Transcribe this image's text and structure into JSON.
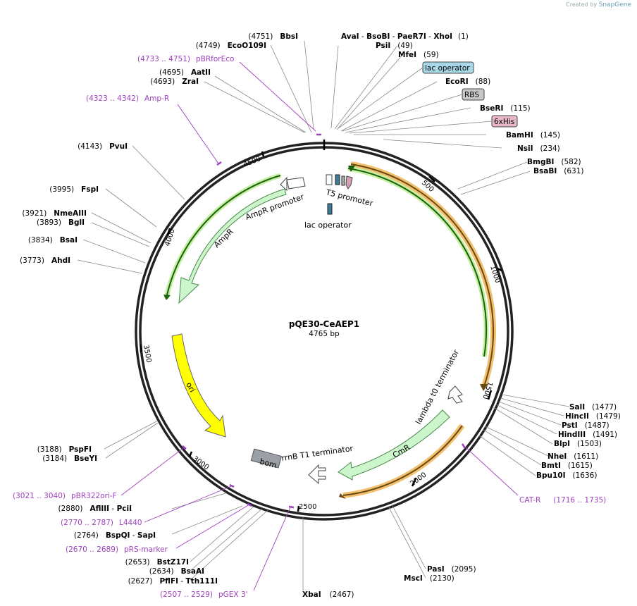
{
  "credit": {
    "prefix": "Created by",
    "brand": "SnapGene"
  },
  "plasmid": {
    "name": "pQE30-CeAEP1",
    "size": "4765 bp"
  },
  "ticks": [
    "500",
    "1000",
    "1500",
    "2000",
    "2500",
    "3000",
    "3500",
    "4000",
    "4500"
  ],
  "sites_right": [
    {
      "enzyme": "AvaI",
      "pos": ""
    },
    {
      "enzyme": "BsoBI",
      "pos": ""
    },
    {
      "enzyme": "PaeR7I",
      "pos": ""
    },
    {
      "enzyme": "XhoI",
      "pos": "(1)"
    },
    {
      "enzyme": "PsiI",
      "pos": "(49)"
    },
    {
      "enzyme": "MfeI",
      "pos": "(59)"
    },
    {
      "enzyme": "EcoRI",
      "pos": "(88)"
    },
    {
      "enzyme": "BseRI",
      "pos": "(115)"
    },
    {
      "enzyme": "BamHI",
      "pos": "(145)"
    },
    {
      "enzyme": "NsiI",
      "pos": "(234)"
    },
    {
      "enzyme": "BmgBI",
      "pos": "(582)"
    },
    {
      "enzyme": "BsaBI",
      "pos": "(631)"
    },
    {
      "enzyme": "SalI",
      "pos": "(1477)"
    },
    {
      "enzyme": "HincII",
      "pos": "(1479)"
    },
    {
      "enzyme": "PstI",
      "pos": "(1487)"
    },
    {
      "enzyme": "HindIII",
      "pos": "(1491)"
    },
    {
      "enzyme": "BlpI",
      "pos": "(1503)"
    },
    {
      "enzyme": "NheI",
      "pos": "(1611)"
    },
    {
      "enzyme": "BmtI",
      "pos": "(1615)"
    },
    {
      "enzyme": "Bpu10I",
      "pos": "(1636)"
    },
    {
      "enzyme": "PasI",
      "pos": "(2095)"
    },
    {
      "enzyme": "MscI",
      "pos": "(2130)"
    },
    {
      "enzyme": "XbaI",
      "pos": "(2467)"
    }
  ],
  "sites_left": [
    {
      "enzyme": "BbsI",
      "pos": "(4751)"
    },
    {
      "enzyme": "EcoO109I",
      "pos": "(4749)"
    },
    {
      "enzyme": "AatII",
      "pos": "(4695)"
    },
    {
      "enzyme": "ZraI",
      "pos": "(4693)"
    },
    {
      "enzyme": "PvuI",
      "pos": "(4143)"
    },
    {
      "enzyme": "FspI",
      "pos": "(3995)"
    },
    {
      "enzyme": "NmeAIII",
      "pos": "(3921)"
    },
    {
      "enzyme": "BglI",
      "pos": "(3893)"
    },
    {
      "enzyme": "BsaI",
      "pos": "(3834)"
    },
    {
      "enzyme": "AhdI",
      "pos": "(3773)"
    },
    {
      "enzyme": "PspFI",
      "pos": "(3188)"
    },
    {
      "enzyme": "BseYI",
      "pos": "(3184)"
    },
    {
      "enzyme": "AflIII",
      "pos": "(2880)"
    },
    {
      "enzyme": "PciI",
      "pos": ""
    },
    {
      "enzyme": "BspQI",
      "pos": "(2764)"
    },
    {
      "enzyme": "SapI",
      "pos": ""
    },
    {
      "enzyme": "BstZ17I",
      "pos": "(2653)"
    },
    {
      "enzyme": "BsaAI",
      "pos": "(2634)"
    },
    {
      "enzyme": "PflFI",
      "pos": "(2627)"
    },
    {
      "enzyme": "Tth111I",
      "pos": ""
    }
  ],
  "primers": [
    {
      "range": "(4733 .. 4751)",
      "name": "pBRforEco"
    },
    {
      "range": "(4323 .. 4342)",
      "name": "Amp-R"
    },
    {
      "range": "(1716 .. 1735)",
      "name": "CAT-R"
    },
    {
      "range": "(3021 .. 3040)",
      "name": "pBR322ori-F"
    },
    {
      "range": "(2770 .. 2787)",
      "name": "L4440"
    },
    {
      "range": "(2670 .. 2689)",
      "name": "pRS-marker"
    },
    {
      "range": "(2507 .. 2529)",
      "name": "pGEX 3'"
    }
  ],
  "boxed_labels": [
    "lac operator",
    "RBS",
    "6xHis"
  ],
  "features": {
    "t5": "T5 promoter",
    "lac": "lac operator",
    "ampr_promoter": "AmpR promoter",
    "ampr": "AmpR",
    "ori": "ori",
    "bom": "bom",
    "rrnb": "rrnB T1 terminator",
    "cmr": "CmR",
    "lambda": "lambda t0 terminator"
  },
  "colors": {
    "ampr": "#ccf5cc",
    "ori": "#ffff00",
    "bom": "#9aa0a6",
    "lac": "#3a7a9a",
    "his": "#d8a0b4",
    "orf": "#f0a030",
    "primer": "#a040c0"
  }
}
